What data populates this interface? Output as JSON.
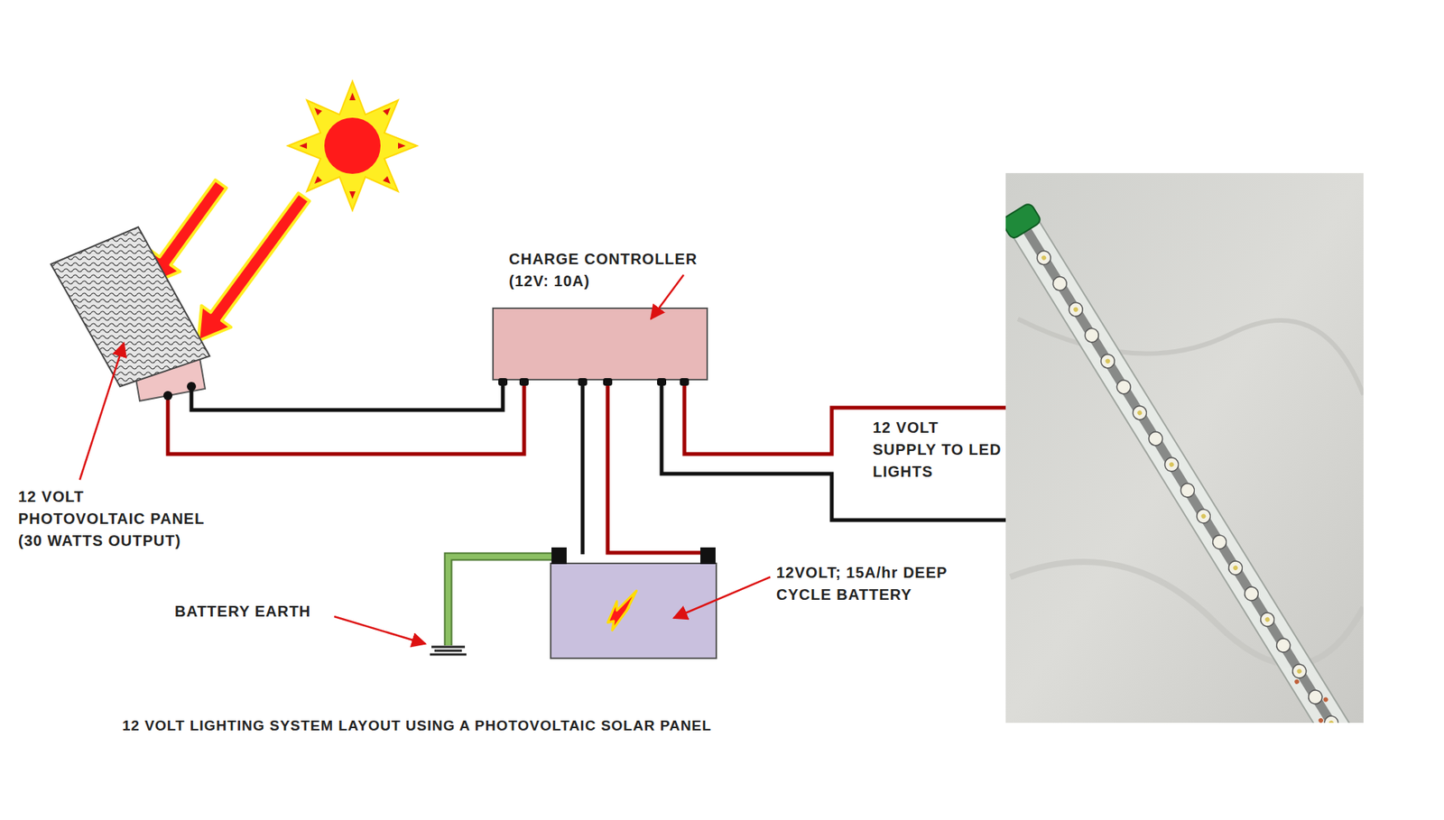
{
  "diagram": {
    "caption": "12 VOLT LIGHTING SYSTEM LAYOUT USING A PHOTOVOLTAIC SOLAR PANEL",
    "labels": [
      "CHARGE CONTROLLER (12V: 10A)",
      "12 VOLT SUPPLY TO LED LIGHTS",
      "12 VOLT PHOTOVOLTAIC PANEL (30 WATTS OUTPUT)",
      "BATTERY EARTH",
      "12VOLT; 15A/hr DEEP CYCLE BATTERY"
    ]
  }
}
